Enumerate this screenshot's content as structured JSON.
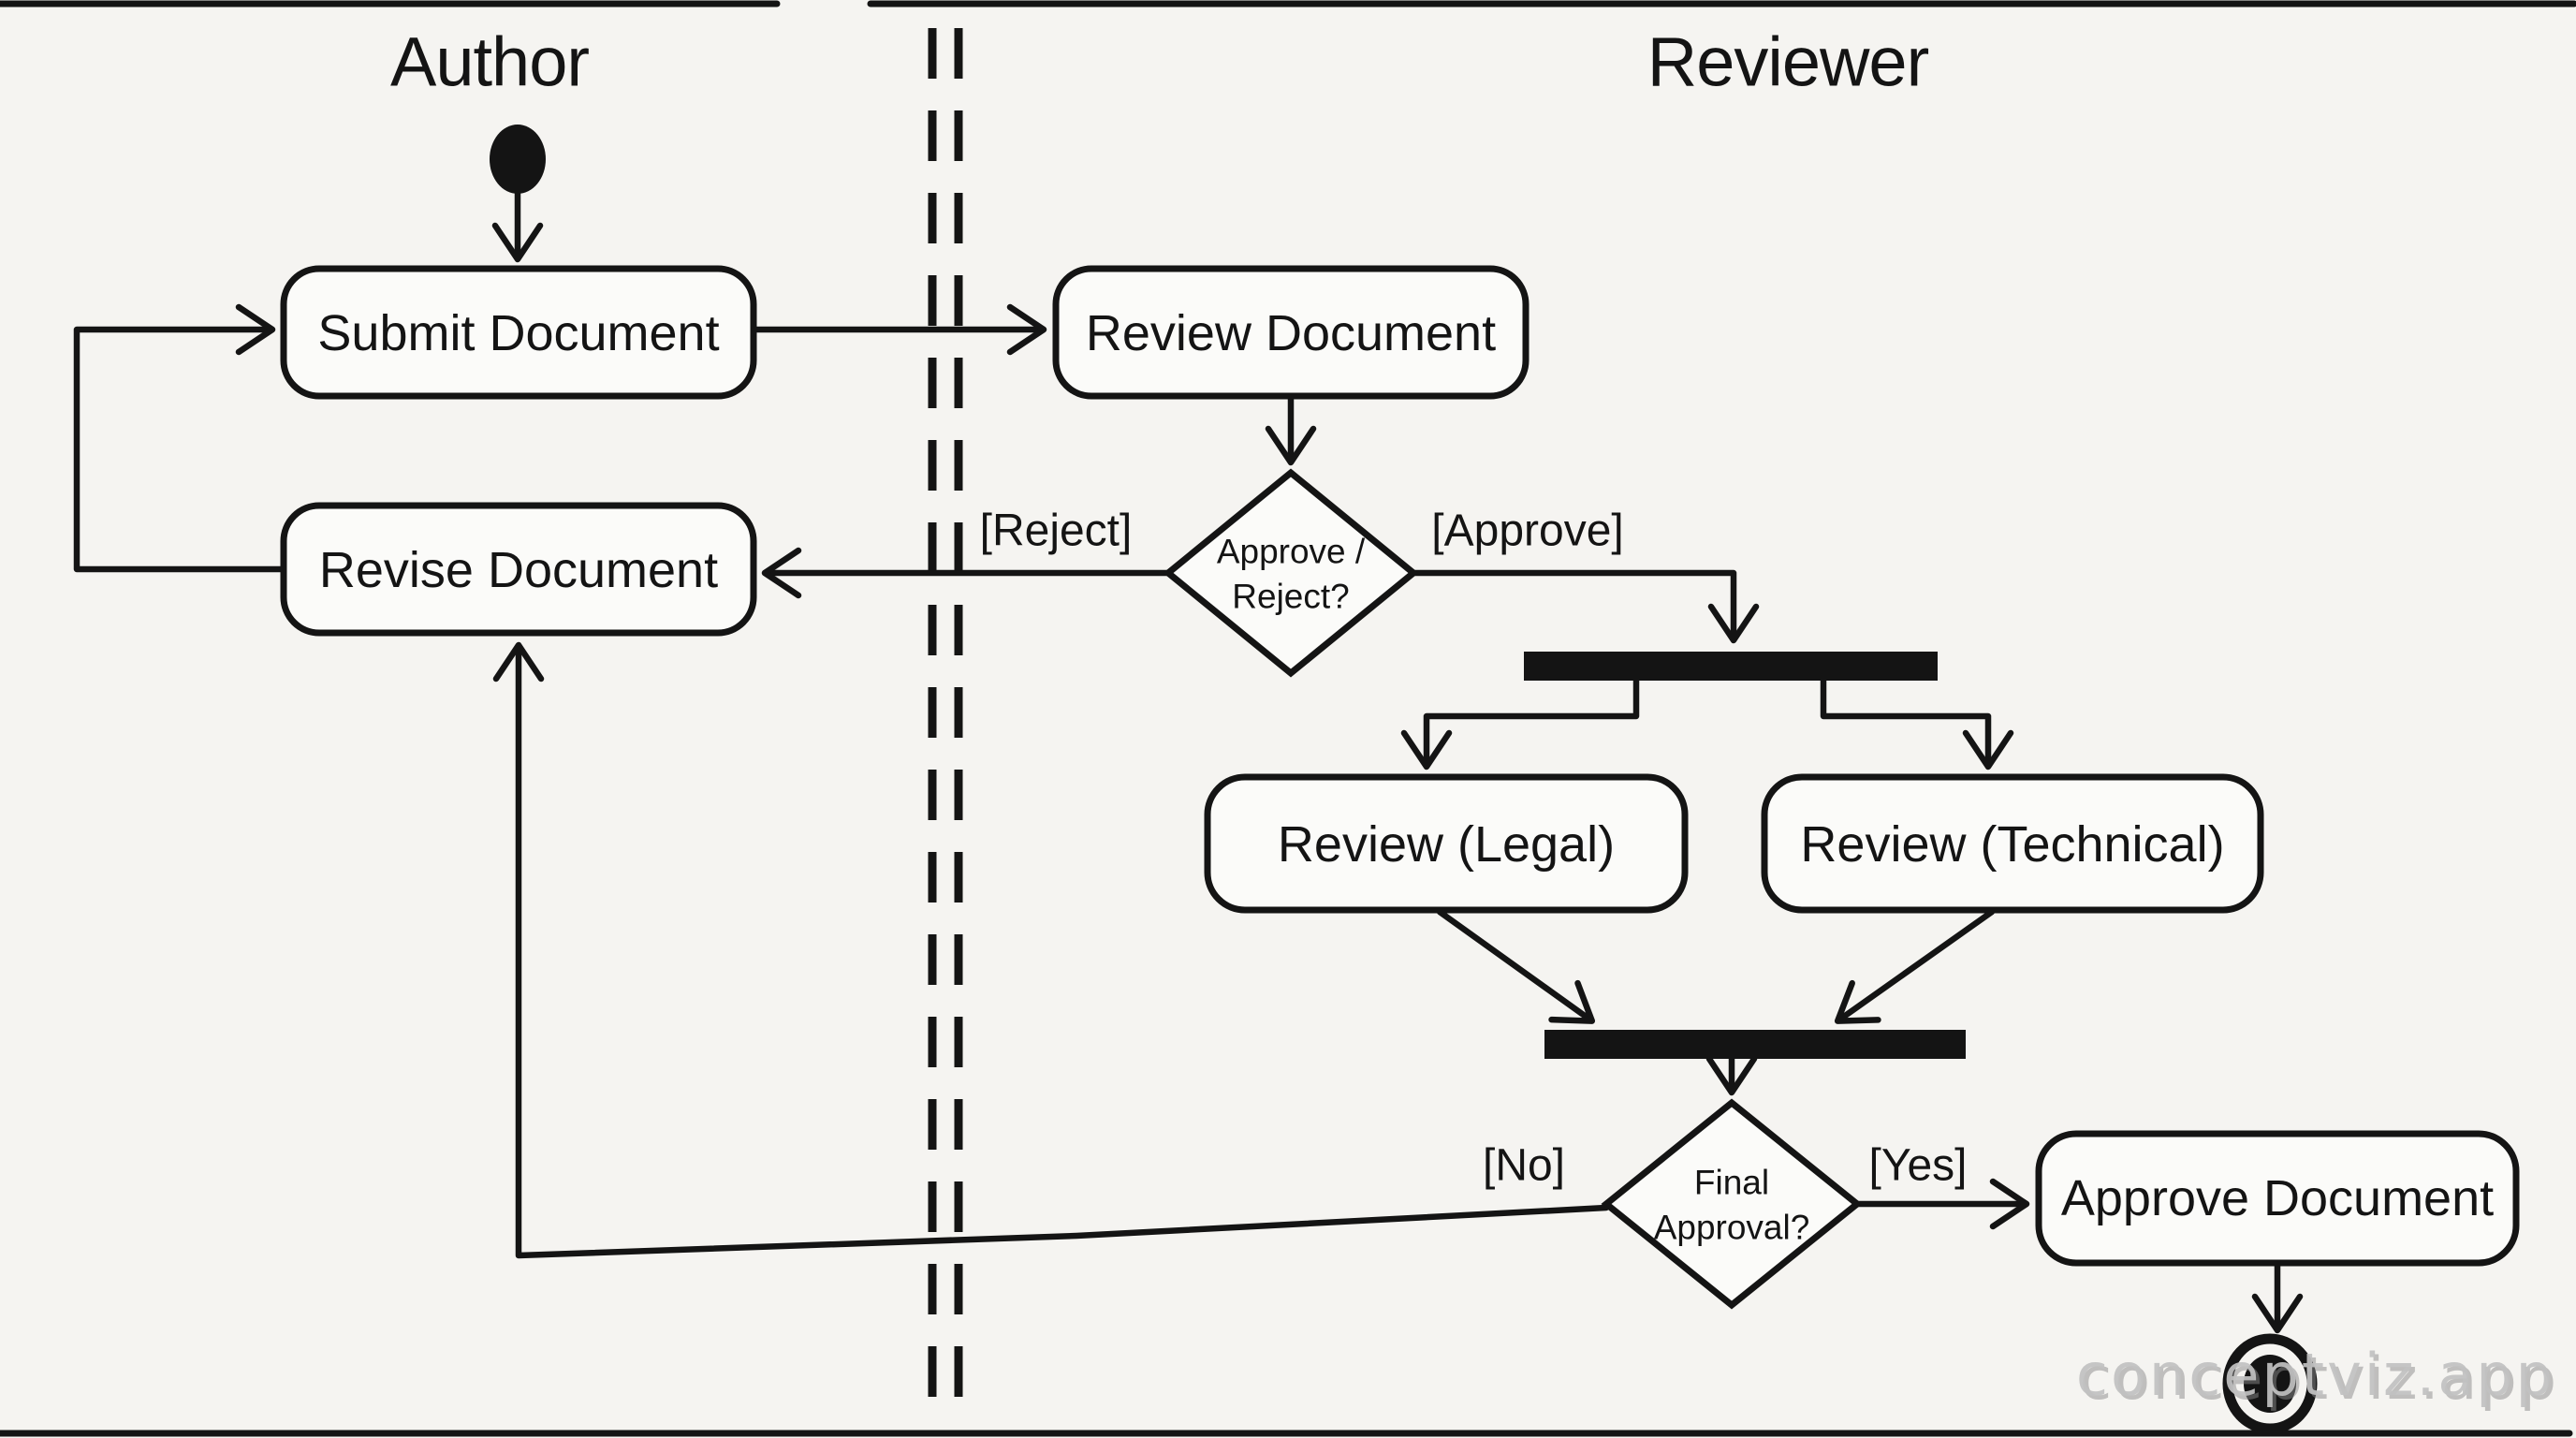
{
  "lanes": {
    "author": "Author",
    "reviewer": "Reviewer"
  },
  "nodes": {
    "submit": "Submit Document",
    "review": "Review Document",
    "revise": "Revise Document",
    "legal": "Review (Legal)",
    "technical": "Review (Technical)",
    "approve": "Approve Document"
  },
  "decisions": {
    "review_outcome": {
      "line1": "Approve /",
      "line2": "Reject?"
    },
    "final_approval": {
      "line1": "Final",
      "line2": "Approval?"
    }
  },
  "guards": {
    "reject": "[Reject]",
    "approve": "[Approve]",
    "no": "[No]",
    "yes": "[Yes]"
  },
  "watermark": "conceptviz.app",
  "colors": {
    "ink": "#141414",
    "paper": "#fbfbf9",
    "bg": "#f5f4f1",
    "watermark-fill": "#c2c2c2",
    "watermark-shadow": "#8a8a8a"
  }
}
